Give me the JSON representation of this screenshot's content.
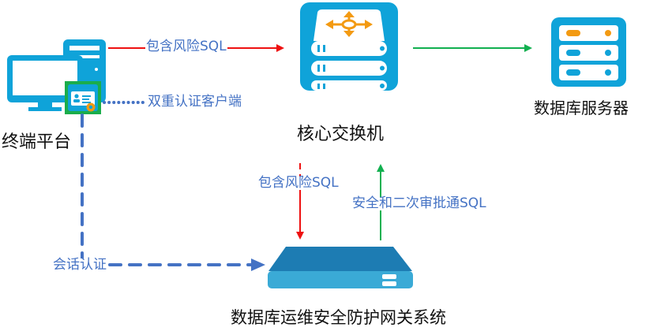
{
  "nodes": {
    "terminal": {
      "label": "终端平台"
    },
    "core_switch": {
      "label": "核心交换机"
    },
    "db_server": {
      "label": "数据库服务器"
    },
    "gateway": {
      "label": "数据库运维安全防护网关系统"
    }
  },
  "edges": {
    "terminal_to_switch": {
      "label": "包含风险SQL"
    },
    "dual_auth_client": {
      "label": "双重认证客户端"
    },
    "switch_to_gateway": {
      "label": "包含风险SQL"
    },
    "gateway_to_switch": {
      "label": "安全和二次审批通SQL"
    },
    "session_auth": {
      "label": "会话认证"
    }
  },
  "colors": {
    "device_blue": "#0fa3d9",
    "risk_red": "#ee1111",
    "safe_green": "#12b050",
    "auth_blue": "#4472c4",
    "accent_orange": "#f39a12",
    "client_green": "#1aad4b"
  }
}
